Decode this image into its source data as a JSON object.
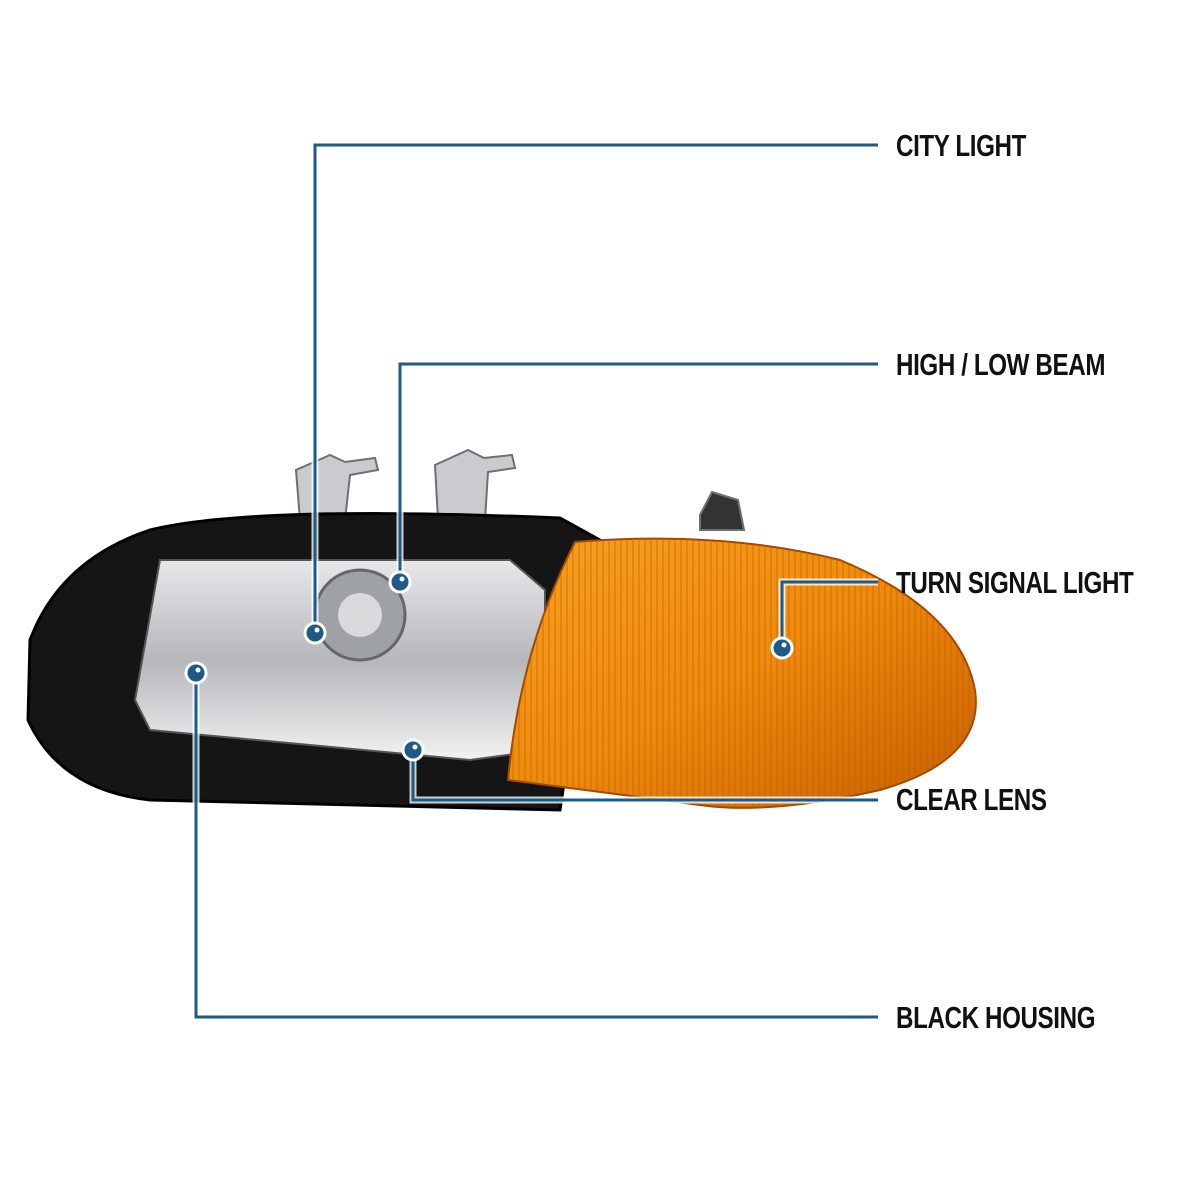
{
  "colors": {
    "callout": "#1d5a85",
    "amber": "#f08a10",
    "housing": "#111111"
  },
  "callouts": [
    {
      "label": "CITY LIGHT"
    },
    {
      "label": "HIGH / LOW BEAM"
    },
    {
      "label": "TURN SIGNAL LIGHT"
    },
    {
      "label": "CLEAR LENS"
    },
    {
      "label": "BLACK HOUSING"
    }
  ]
}
